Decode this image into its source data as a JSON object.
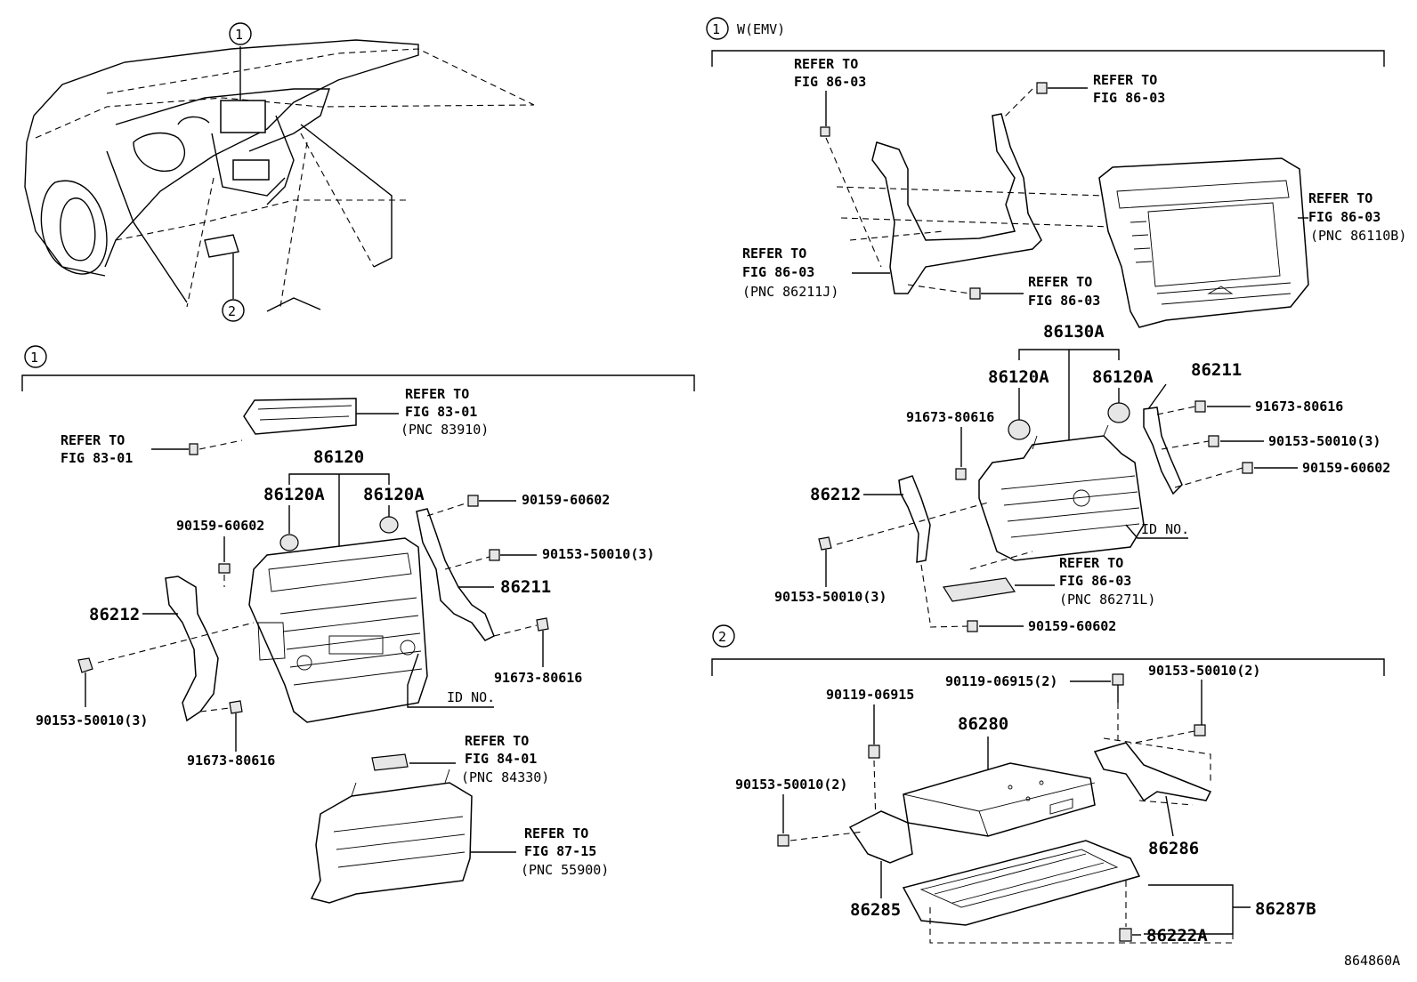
{
  "section_markers": {
    "top_left_callout_1": "1",
    "top_left_callout_2": "2",
    "panel_std": "1",
    "panel_emv": "1",
    "panel_emv_title": "W(EMV)",
    "panel_amp": "2"
  },
  "std": {
    "refer_8301_a": [
      "REFER TO",
      "FIG 83-01",
      "(PNC 83910)"
    ],
    "refer_8301_b": [
      "REFER TO",
      "FIG 83-01"
    ],
    "p86120": "86120",
    "p86120A_l": "86120A",
    "p86120A_r": "86120A",
    "p90159_l": "90159-60602",
    "p90159_r": "90159-60602",
    "p90153_r": "90153-50010(3)",
    "p86211": "86211",
    "p86212": "86212",
    "p91673_r": "91673-80616",
    "p90153_l": "90153-50010(3)",
    "p91673_b": "91673-80616",
    "id_no": "ID NO.",
    "refer_8401": [
      "REFER TO",
      "FIG 84-01",
      "(PNC 84330)"
    ],
    "refer_8715": [
      "REFER TO",
      "FIG 87-15",
      "(PNC 55900)"
    ]
  },
  "emv": {
    "refer_a": [
      "REFER TO",
      "FIG 86-03"
    ],
    "refer_b": [
      "REFER TO",
      "FIG 86-03"
    ],
    "refer_c": [
      "REFER TO",
      "FIG 86-03",
      "(PNC 86110B)"
    ],
    "refer_d": [
      "REFER TO",
      "FIG 86-03",
      "(PNC 86211J)"
    ],
    "refer_e": [
      "REFER TO",
      "FIG 86-03"
    ],
    "p86130A": "86130A",
    "p86120A_l": "86120A",
    "p86120A_r": "86120A",
    "p86211": "86211",
    "p91673_l": "91673-80616",
    "p91673_r": "91673-80616",
    "p90153_r": "90153-50010(3)",
    "p90159_r": "90159-60602",
    "p86212": "86212",
    "id_no": "ID NO.",
    "p90153_l": "90153-50010(3)",
    "refer_f": [
      "REFER TO",
      "FIG 86-03",
      "(PNC 86271L)"
    ],
    "p90159_b": "90159-60602"
  },
  "amp": {
    "p90119_a": "90119-06915(2)",
    "p90119_b": "90119-06915",
    "p90153_a": "90153-50010(2)",
    "p90153_b": "90153-50010(2)",
    "p86280": "86280",
    "p86286": "86286",
    "p86285": "86285",
    "p86287B": "86287B",
    "p86222A": "86222A"
  },
  "figure_id": "864860A"
}
